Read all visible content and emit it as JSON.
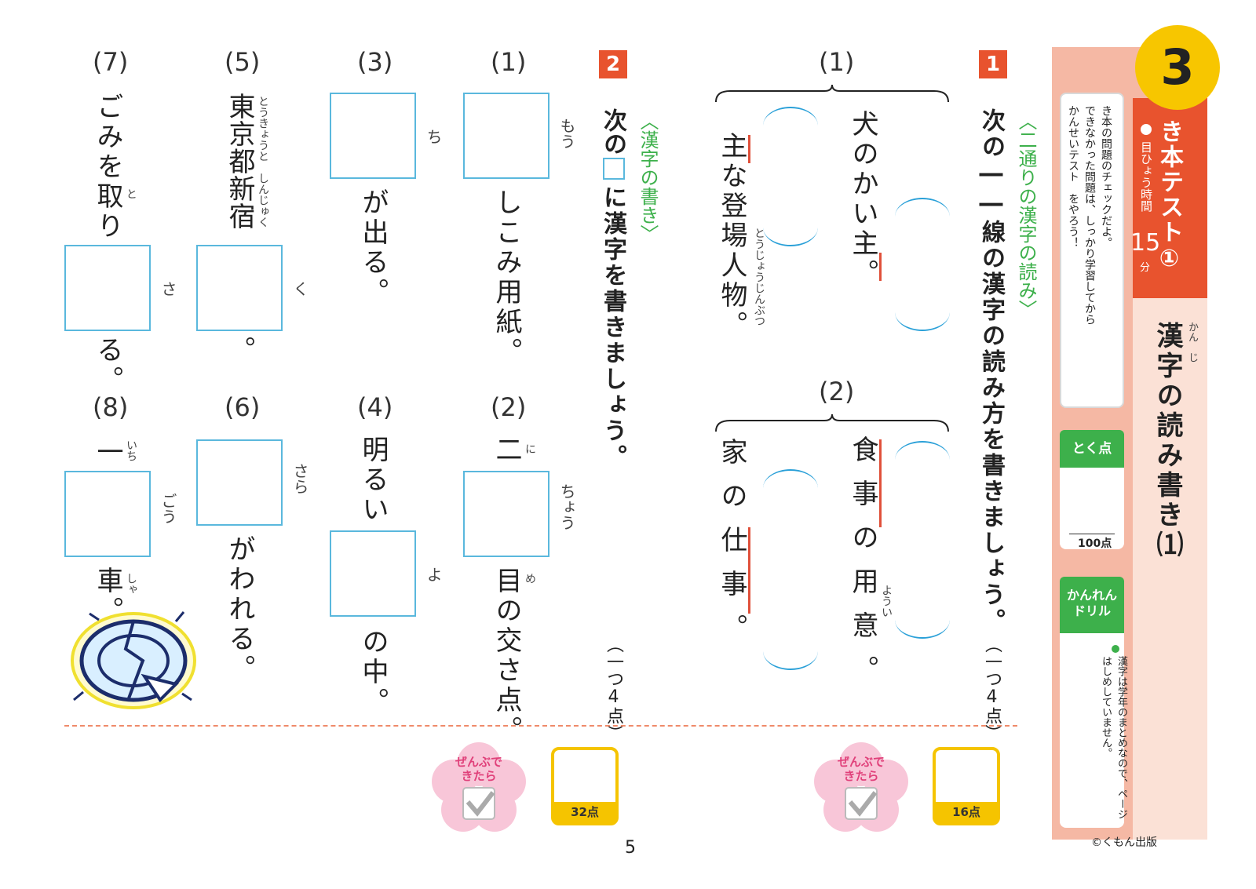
{
  "sidebar": {
    "test_number": "3",
    "test_title": "き本テスト①",
    "target_time_label": "目ひょう時間",
    "target_time_value": "15",
    "target_time_unit": "分",
    "unit_title": "漢字の読み書き⑴",
    "unit_title_ruby": "かん　じ",
    "note_lines": [
      "き本の問題のチェックだよ。",
      "できなかった問題は、しっかり学習してから",
      "かんせいテスト　をやろう！"
    ],
    "score_label": "とく点",
    "score_total": "100点",
    "drill_label": "かんれんドリル",
    "drill_note": "漢字は学年のまとめなので、ページはしめしていません。",
    "copyright": "©くもん出版",
    "accent_red": "#e8532e",
    "accent_yellow": "#f7c600",
    "accent_green": "#3db04b"
  },
  "section1": {
    "number": "1",
    "category": "〈二通りの漢字の読み〉",
    "instruction": "次の――線の漢字の読み方を書きましょう。",
    "points": "（一つ4点）",
    "problems": [
      {
        "label": "(1)",
        "line_a": "犬のかい主。",
        "line_b": "主な登場人物。",
        "ruby_b": "とうじょうじんぶつ"
      },
      {
        "label": "(2)",
        "line_a": "食事の用意。",
        "ruby_a": "ようい",
        "line_b": "家の仕事。"
      }
    ],
    "score_box": "16点",
    "sakura_text": "ぜんぶできたら"
  },
  "section2": {
    "number": "2",
    "category": "〈漢字の書き〉",
    "instruction_pre": "次の",
    "instruction_post": "に漢字を書きましょう。",
    "points": "（一つ4点）",
    "problems": [
      {
        "label": "(1)",
        "hint": "もう",
        "text": "しこみ用紙。"
      },
      {
        "label": "(2)",
        "pre": "二",
        "pre_ruby": "に",
        "hint": "ちょう",
        "text": "目の交さ点。",
        "text_ruby": "め"
      },
      {
        "label": "(3)",
        "hint": "ち",
        "text": "が出る。"
      },
      {
        "label": "(4)",
        "pre": "明るい",
        "hint": "よ",
        "text": "の中。"
      },
      {
        "label": "(5)",
        "pre": "東京都新宿",
        "pre_ruby": "とうきょうと　しんじゅく",
        "hint": "く",
        "text": "。"
      },
      {
        "label": "(6)",
        "hint": "さら",
        "text": "がわれる。"
      },
      {
        "label": "(7)",
        "pre": "ごみを取り",
        "pre_ruby": "と",
        "hint": "さ",
        "text": "る。"
      },
      {
        "label": "(8)",
        "pre": "一",
        "pre_ruby": "いち",
        "hint": "ごう",
        "text": "車。",
        "text_ruby": "しゃ"
      }
    ],
    "score_box": "32点",
    "sakura_text": "ぜんぶできたら"
  },
  "page_number": "5"
}
